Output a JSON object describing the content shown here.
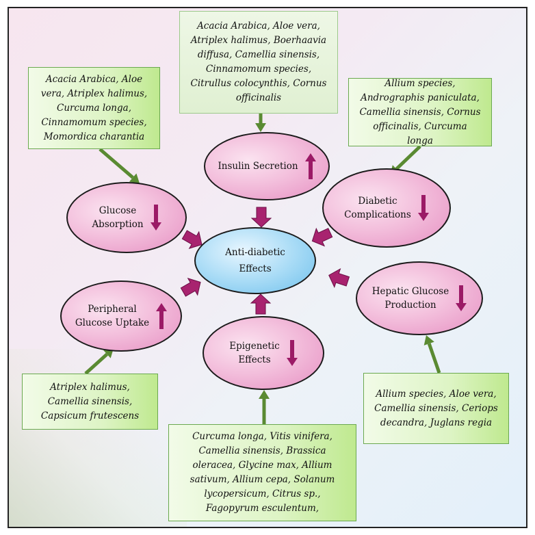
{
  "colors": {
    "green_arrow": "#5a8a32",
    "magenta_arrow": "#a8236f",
    "indicator": "#9b1a66"
  },
  "center": {
    "text": "Anti-diabetic\nEffects"
  },
  "effects": {
    "insulin_secretion": {
      "label": "Insulin Secretion",
      "direction": "up"
    },
    "glucose_absorption": {
      "label": "Glucose\nAbsorption",
      "direction": "down"
    },
    "diabetic_complications": {
      "label": "Diabetic\nComplications",
      "direction": "down"
    },
    "peripheral_glucose_uptake": {
      "label": "Peripheral\nGlucose Uptake",
      "direction": "up"
    },
    "hepatic_glucose_production": {
      "label": "Hepatic Glucose\nProduction",
      "direction": "down"
    },
    "epigenetic_effects": {
      "label": "Epigenetic\nEffects",
      "direction": "down"
    }
  },
  "plants": {
    "insulin_secretion": [
      "Acacia Arabica, Aloe vera,",
      "Atriplex halimus, Boerhaavia",
      "diffusa, Camellia sinensis,",
      "Cinnamomum species,",
      "Citrullus colocynthis, Cornus",
      "officinalis"
    ],
    "glucose_absorption": [
      "Acacia Arabica, Aloe",
      "vera, Atriplex halimus,",
      "Curcuma longa,",
      "Cinnamomum species,",
      "Momordica charantia"
    ],
    "diabetic_complications": [
      "Allium species,",
      "Andrographis paniculata,",
      "Camellia sinensis, Cornus",
      "officinalis, Curcuma",
      "longa"
    ],
    "peripheral_glucose_uptake": [
      "Atriplex halimus,",
      "Camellia sinensis,",
      "Capsicum frutescens"
    ],
    "hepatic_glucose_production": [
      "Allium species, Aloe vera,",
      "Camellia sinensis, Ceriops",
      "decandra, Juglans regia"
    ],
    "epigenetic_effects": [
      "Curcuma longa, Vitis vinifera,",
      "Camellia sinensis, Brassica",
      "oleracea, Glycine max, Allium",
      "sativum, Allium cepa, Solanum",
      "lycopersicum, Citrus sp.,",
      "Fagopyrum esculentum,"
    ]
  }
}
